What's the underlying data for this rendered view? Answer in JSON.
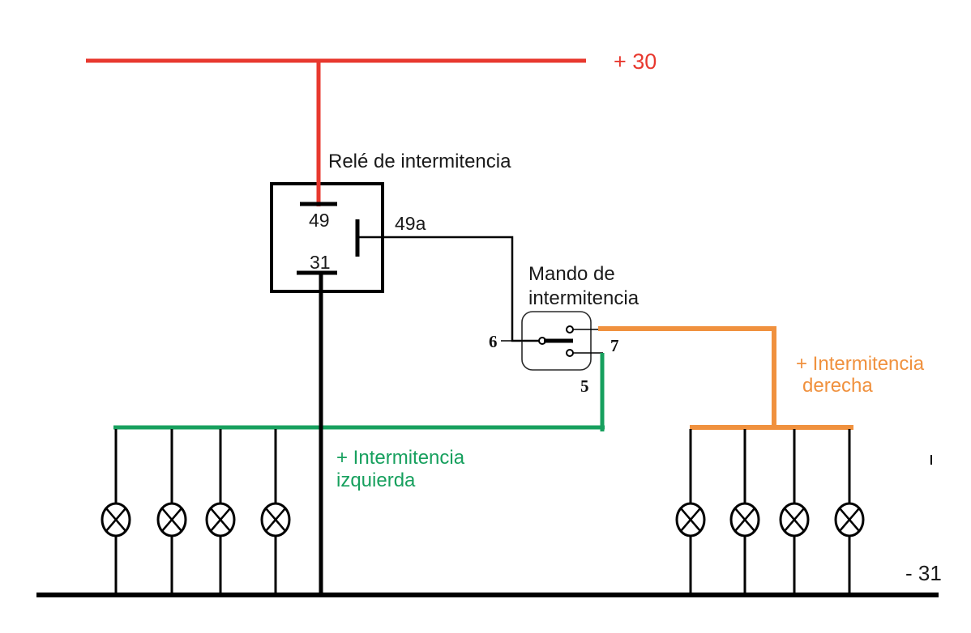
{
  "colors": {
    "power_wire": "#e8392f",
    "left_wire": "#17a05e",
    "right_wire": "#f0913e",
    "neutral_wire": "#000000"
  },
  "power": {
    "positive_label": "+ 30",
    "ground_label": "- 31"
  },
  "relay": {
    "title": "Relé de intermitencia",
    "terminals": {
      "t49": "49",
      "t49a": "49a",
      "t31": "31"
    }
  },
  "switch": {
    "title_line1": "Mando de",
    "title_line2": "intermitencia",
    "terminals": {
      "t6": "6",
      "t7": "7",
      "t5": "5"
    }
  },
  "left_branch": {
    "label_line1": "+ Intermitencia",
    "label_line2": "izquierda",
    "lamp_count": 4,
    "lamp_icon": "lamp-cross-icon"
  },
  "right_branch": {
    "label_line1": "+ Intermitencia",
    "label_line2": "derecha",
    "lamp_count": 4,
    "lamp_icon": "lamp-cross-icon"
  }
}
